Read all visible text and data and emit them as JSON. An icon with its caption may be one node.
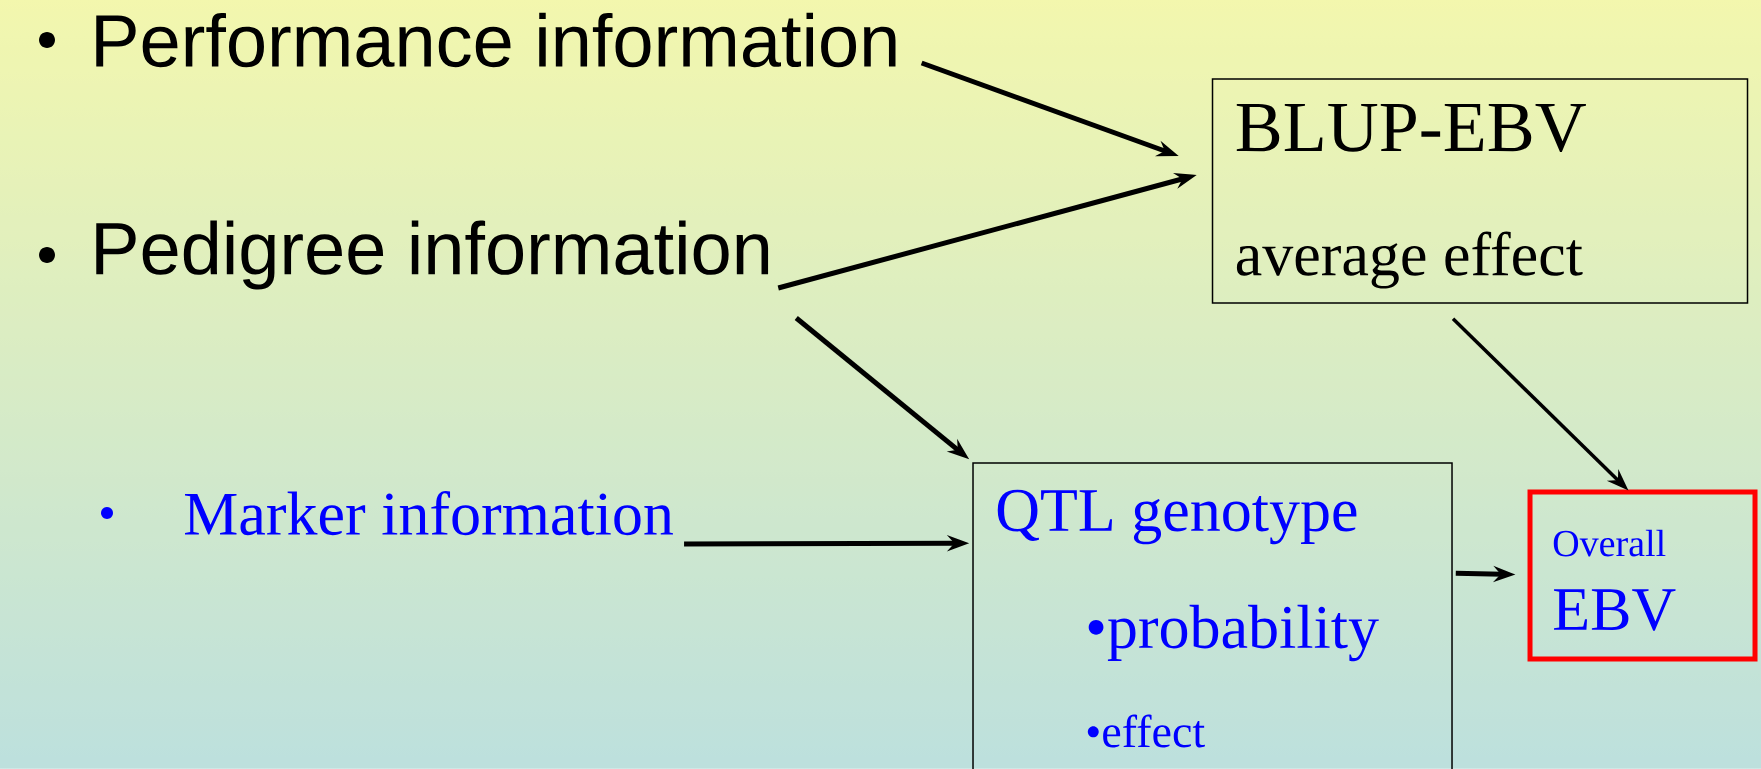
{
  "diagram": {
    "nodes": [
      {
        "text": [
          "Performance information"
        ]
      },
      {
        "text": [
          "Pedigree information"
        ]
      },
      {
        "text": [
          "Marker information"
        ]
      },
      {
        "text": [
          "BLUP-EBV",
          "average effect"
        ]
      },
      {
        "text": [
          "QTL genotype",
          "•probability",
          "•effect"
        ]
      },
      {
        "text": [
          "Overall",
          "EBV"
        ]
      }
    ],
    "edges": [
      {
        "from": 0,
        "to": 3,
        "arrow": "to"
      },
      {
        "from": 1,
        "to": 3,
        "arrow": "to"
      },
      {
        "from": 1,
        "to": 4,
        "arrow": "to"
      },
      {
        "from": 2,
        "to": 4,
        "arrow": "to"
      },
      {
        "from": 3,
        "to": 5,
        "arrow": "to"
      },
      {
        "from": 4,
        "to": 5,
        "arrow": "to"
      }
    ]
  }
}
